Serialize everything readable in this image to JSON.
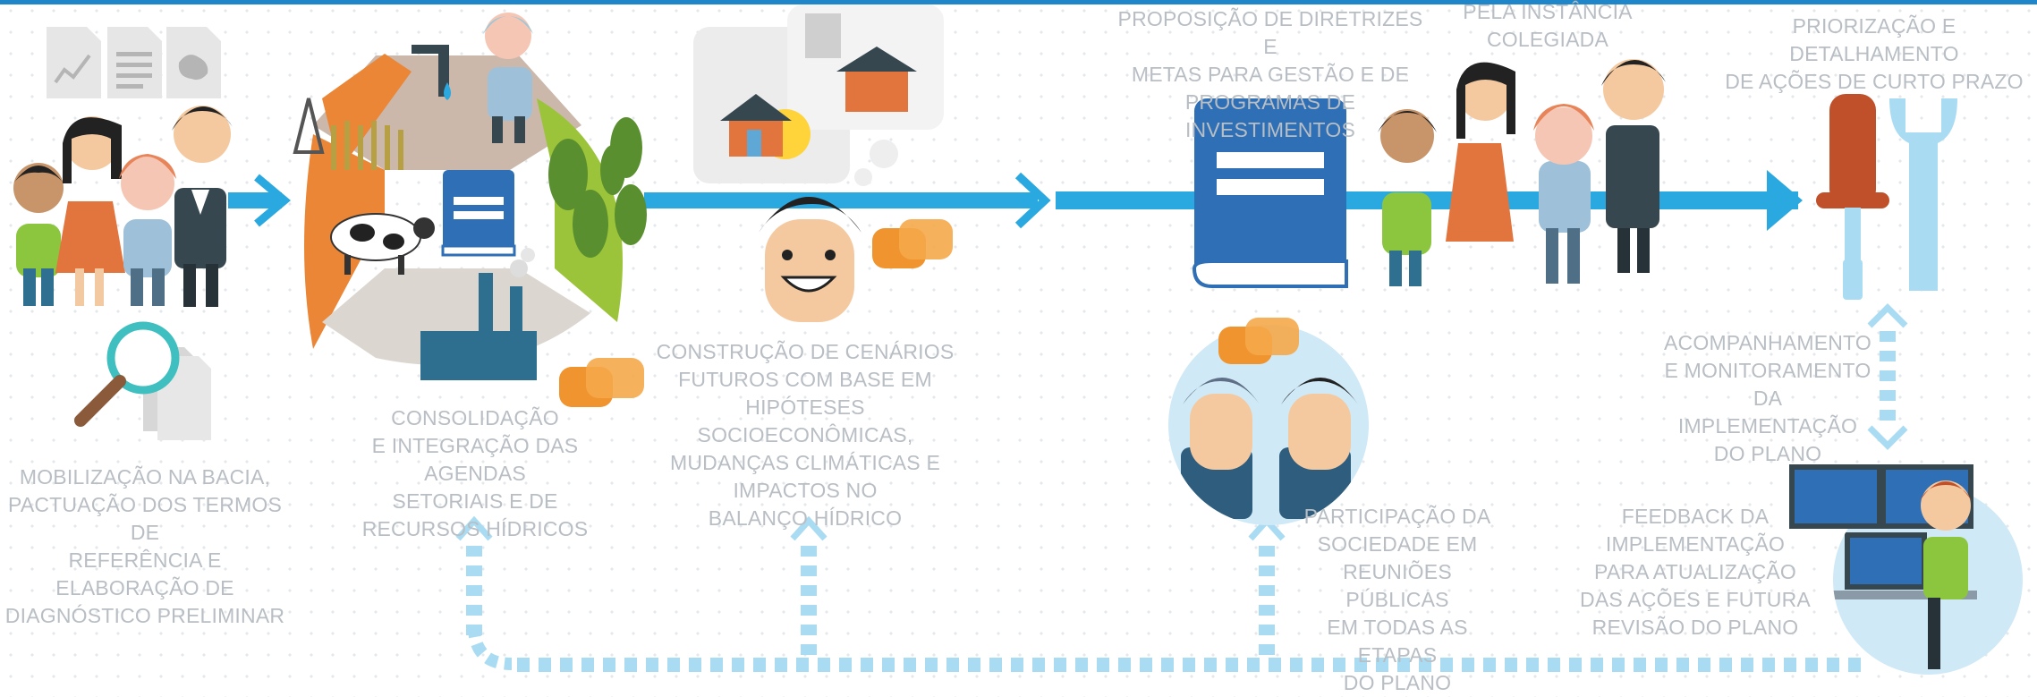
{
  "labels": {
    "mobilizacao": "MOBILIZAÇÃO NA BACIA,\nPACTUAÇÃO DOS TERMOS DE\nREFERÊNCIA E\nELABORAÇÃO DE\nDIAGNÓSTICO PRELIMINAR",
    "consolidacao": "CONSOLIDAÇÃO\nE INTEGRAÇÃO DAS AGENDAS\nSETORIAIS E DE\nRECURSOS HÍDRICOS",
    "cenarios": "CONSTRUÇÃO DE CENÁRIOS\nFUTUROS COM BASE EM\nHIPÓTESES SOCIOECONÔMICAS,\nMUDANÇAS CLIMÁTICAS E\nIMPACTOS NO\nBALANÇO HÍDRICO",
    "proposicao": "PROPOSIÇÃO DE DIRETRIZES E\nMETAS PARA GESTÃO E DE\nPROGRAMAS DE INVESTIMENTOS",
    "instancia": "PELA INSTÂNCIA\nCOLEGIADA",
    "priorizacao": "PRIORIZAÇÃO E DETALHAMENTO\nDE AÇÕES DE CURTO PRAZO",
    "acompanhamento": "ACOMPANHAMENTO\nE MONITORAMENTO\nDA IMPLEMENTAÇÃO\nDO PLANO",
    "participacao": "PARTICIPAÇÃO DA\nSOCIEDADE EM\nREUNIÕES PÚBLICAS\nEM TODAS AS ETAPAS\nDO PLANO",
    "feedback": "FEEDBACK DA\nIMPLEMENTAÇÃO\nPARA ATUALIZAÇÃO\nDAS AÇÕES E FUTURA\nREVISÃO DO PLANO"
  },
  "colors": {
    "flow_arrow": "#2aa8e0",
    "feedback_dashes": "#a9dcf3",
    "label_text": "#b8bec4",
    "top_bar": "#1f87c9",
    "book_blue": "#2f6fb5",
    "wheel_orange": "#ea8636",
    "wheel_green": "#9cc43a",
    "wheel_taupe": "#cbb8aa",
    "speech_orange": "#f0942f"
  },
  "icons": [
    "document-chart-icon",
    "document-text-icon",
    "document-map-icon",
    "magnifier-icon",
    "wheel-infographic",
    "book-icon",
    "speech-bubble-icon",
    "tools-icon",
    "computer-worker-icon"
  ]
}
